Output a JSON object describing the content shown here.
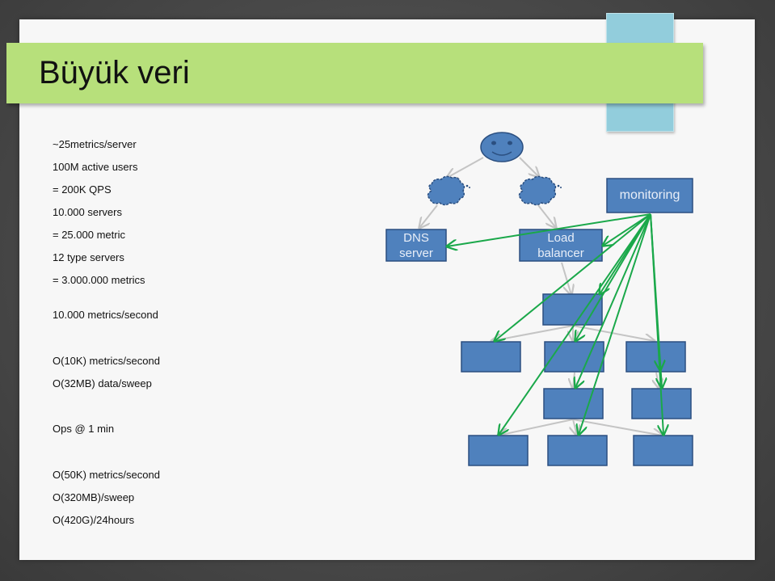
{
  "title": "Büyük veri",
  "bullets": [
    "~25metrics/server",
    "100M active users",
    "= 200K QPS",
    "10.000 servers",
    "= 25.000 metric",
    "12 type servers",
    "= 3.000.000 metrics",
    "10.000 metrics/second",
    "O(10K) metrics/second",
    "O(32MB) data/sweep",
    "Ops @ 1 min",
    "O(50K) metrics/second",
    "O(320MB)/sweep",
    "O(420G)/24hours"
  ],
  "diagram": {
    "dns_label": [
      "DNS",
      "server"
    ],
    "lb_label": [
      "Load",
      "balancer"
    ],
    "monitoring_label": "monitoring",
    "colors": {
      "box_fill": "#4f81bd",
      "box_border": "#2b4f80",
      "green_arrow": "#1aa84a",
      "gray_arrow": "#c4c4c4"
    }
  }
}
